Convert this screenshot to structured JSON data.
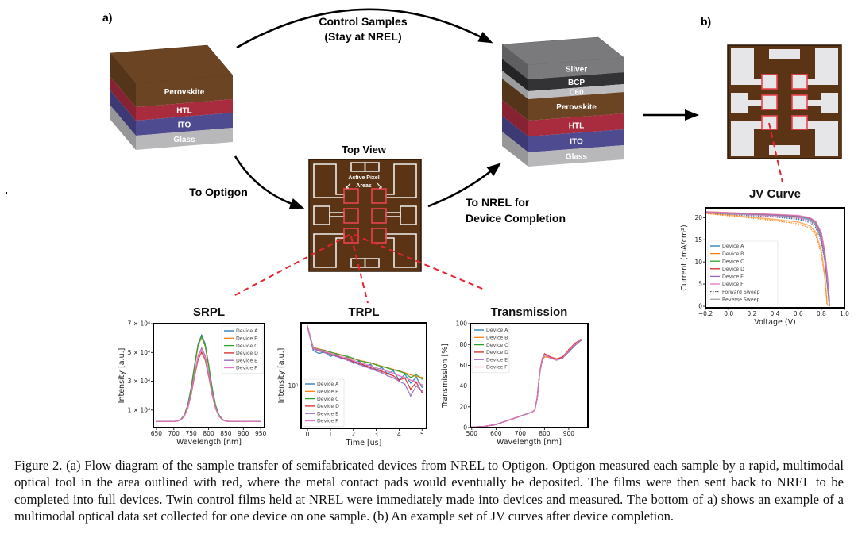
{
  "figure": {
    "panel_a_label": "a)",
    "panel_b_label": "b)",
    "control_arrow_label": [
      "Control Samples",
      "(Stay at NREL)"
    ],
    "optigon_arrow_label": "To Optigon",
    "nrel_arrow_label": [
      "To NREL for",
      "Device Completion"
    ],
    "initial_stack": {
      "layers": [
        {
          "name": "Perovskite",
          "color": "#6b4423",
          "side": "#553519"
        },
        {
          "name": "HTL",
          "color": "#a82c3e",
          "side": "#872232"
        },
        {
          "name": "ITO",
          "color": "#4f4b91",
          "side": "#3c3974"
        },
        {
          "name": "Glass",
          "color": "#b8b8ba",
          "side": "#97979a"
        }
      ]
    },
    "completed_stack": {
      "layers": [
        {
          "name": "Silver",
          "color": "#7a7a7d",
          "side": "#5f5f62"
        },
        {
          "name": "BCP",
          "color": "#333335",
          "side": "#242426"
        },
        {
          "name": "C60",
          "color": "#bdbdbf",
          "side": "#9c9c9e"
        },
        {
          "name": "Perovskite",
          "color": "#6b4423",
          "side": "#553519"
        },
        {
          "name": "HTL",
          "color": "#a82c3e",
          "side": "#872232"
        },
        {
          "name": "ITO",
          "color": "#4f4b91",
          "side": "#3c3974"
        },
        {
          "name": "Glass",
          "color": "#b8b8ba",
          "side": "#97979a"
        }
      ]
    },
    "top_view": {
      "title": "Top View",
      "annotation": [
        "Active Pixel",
        "Areas"
      ]
    },
    "colors": {
      "substrate": "#5a3414",
      "pad_outline": "#eeeeee",
      "pad_fill": "#e6e6e8",
      "pixel_outline": "#e8434f",
      "dashed_line": "#e8232f"
    }
  },
  "chart_data": [
    {
      "type": "line",
      "title": "SRPL",
      "xlabel": "Wavelength [nm]",
      "ylabel": "Intensity [a.u.]",
      "xlim": [
        641,
        961
      ],
      "ylim": [
        -2200,
        70000
      ],
      "xticks": [
        650,
        700,
        750,
        800,
        850,
        900,
        950
      ],
      "xtick_labels": [
        "650",
        "700",
        "750",
        "800",
        "850",
        "900",
        "950"
      ],
      "yticks": [
        10000,
        30000,
        50000,
        70000
      ],
      "ytick_labels": [
        "1 × 10⁴",
        "3 × 10⁴",
        "5 × 10⁴",
        "7 × 10⁴"
      ],
      "legend": "top-right",
      "x": [
        650,
        700,
        710,
        720,
        730,
        740,
        750,
        760,
        770,
        780,
        790,
        800,
        810,
        820,
        830,
        840,
        850,
        860,
        900,
        950
      ],
      "series": [
        {
          "name": "Device A",
          "color": "#1f77b4",
          "y": [
            2000,
            2080,
            2380,
            3460,
            6530,
            13460,
            25700,
            41720,
            56120,
            62000,
            56120,
            41720,
            25700,
            13460,
            6530,
            3460,
            2380,
            2080,
            2000,
            2000
          ]
        },
        {
          "name": "Device B",
          "color": "#ff7f0e",
          "y": [
            2000,
            2080,
            2370,
            3420,
            6420,
            13170,
            25110,
            40730,
            54770,
            60500,
            54770,
            40730,
            25110,
            13170,
            6420,
            3420,
            2370,
            2080,
            2000,
            2000
          ]
        },
        {
          "name": "Device C",
          "color": "#2ca02c",
          "y": [
            2000,
            2080,
            2370,
            3430,
            6450,
            13270,
            25310,
            41060,
            55220,
            61000,
            55220,
            41060,
            25310,
            13270,
            6450,
            3430,
            2370,
            2080,
            2000,
            2000
          ]
        },
        {
          "name": "Device D",
          "color": "#d62728",
          "y": [
            2000,
            2060,
            2300,
            3170,
            5620,
            11170,
            20960,
            33780,
            45300,
            50000,
            45300,
            33780,
            20960,
            11170,
            5620,
            3170,
            2300,
            2060,
            2000,
            2000
          ]
        },
        {
          "name": "Device E",
          "color": "#9467bd",
          "y": [
            2000,
            2070,
            2320,
            3240,
            5850,
            11740,
            22150,
            35760,
            48000,
            53000,
            48000,
            35760,
            22150,
            11740,
            5850,
            3240,
            2320,
            2070,
            2000,
            2000
          ]
        },
        {
          "name": "Device F",
          "color": "#e377c2",
          "y": [
            2000,
            2070,
            2320,
            3220,
            5780,
            11550,
            21750,
            35100,
            47100,
            52000,
            47100,
            35100,
            21750,
            11550,
            5780,
            3220,
            2320,
            2070,
            2000,
            2000
          ]
        }
      ]
    },
    {
      "type": "line",
      "title": "TRPL",
      "xlabel": "Time [us]",
      "ylabel": "Intensity [a.u.]",
      "xlim": [
        -0.28,
        5.2
      ],
      "ylim": [
        0.5,
        2.8
      ],
      "yscale": "log",
      "xticks": [
        0,
        1,
        2,
        3,
        4,
        5
      ],
      "xtick_labels": [
        "0",
        "1",
        "2",
        "3",
        "4",
        "5"
      ],
      "yticks": [
        1
      ],
      "ytick_labels": [
        "10⁰"
      ],
      "legend": "bottom-left",
      "x": [
        0,
        0.25,
        0.5,
        0.75,
        1,
        1.25,
        1.5,
        1.75,
        2,
        2.25,
        2.5,
        2.75,
        3,
        3.25,
        3.5,
        3.75,
        4,
        4.25,
        4.5,
        4.75,
        5
      ],
      "series": [
        {
          "name": "Device A",
          "color": "#1f77b4",
          "y": [
            2.62,
            1.78,
            1.7,
            1.74,
            1.62,
            1.68,
            1.55,
            1.6,
            1.45,
            1.5,
            1.38,
            1.42,
            1.3,
            1.35,
            1.22,
            1.28,
            1.1,
            1.21,
            1.05,
            1.15,
            0.98
          ]
        },
        {
          "name": "Device B",
          "color": "#ff7f0e",
          "y": [
            2.6,
            1.88,
            1.83,
            1.79,
            1.73,
            1.7,
            1.66,
            1.61,
            1.56,
            1.52,
            1.49,
            1.45,
            1.42,
            1.38,
            1.35,
            1.31,
            1.28,
            1.24,
            1.2,
            1.17,
            1.15
          ]
        },
        {
          "name": "Device C",
          "color": "#2ca02c",
          "y": [
            2.66,
            1.86,
            1.82,
            1.78,
            1.74,
            1.69,
            1.65,
            1.62,
            1.57,
            1.51,
            1.48,
            1.46,
            1.41,
            1.37,
            1.34,
            1.3,
            1.27,
            1.23,
            1.15,
            1.2,
            1.12
          ]
        },
        {
          "name": "Device D",
          "color": "#d62728",
          "y": [
            2.64,
            1.84,
            1.79,
            1.74,
            1.69,
            1.63,
            1.58,
            1.55,
            1.49,
            1.44,
            1.4,
            1.35,
            1.3,
            1.27,
            1.22,
            1.18,
            1.1,
            1.14,
            0.95,
            1.06,
            0.9
          ]
        },
        {
          "name": "Device E",
          "color": "#9467bd",
          "y": [
            2.63,
            1.83,
            1.77,
            1.72,
            1.67,
            1.62,
            1.57,
            1.52,
            1.47,
            1.42,
            1.37,
            1.33,
            1.28,
            1.24,
            1.18,
            1.14,
            1.08,
            1.03,
            0.85,
            1.0,
            0.92
          ]
        },
        {
          "name": "Device F",
          "color": "#e377c2",
          "y": [
            2.65,
            1.85,
            1.81,
            1.75,
            1.7,
            1.66,
            1.61,
            1.57,
            1.52,
            1.47,
            1.43,
            1.39,
            1.34,
            1.31,
            1.27,
            1.23,
            1.18,
            1.15,
            1.1,
            1.07,
            1.02
          ]
        }
      ]
    },
    {
      "type": "line",
      "title": "Transmission",
      "xlabel": "Wavelength [nm]",
      "ylabel": "Transmission [%]",
      "xlim": [
        494,
        979
      ],
      "ylim": [
        0,
        100
      ],
      "xticks": [
        500,
        600,
        700,
        800,
        900
      ],
      "xtick_labels": [
        "500",
        "600",
        "700",
        "800",
        "900"
      ],
      "yticks": [
        0,
        20,
        40,
        60,
        80,
        100
      ],
      "ytick_labels": [
        "0",
        "20",
        "40",
        "60",
        "80",
        "100"
      ],
      "legend": "top-left",
      "x": [
        500,
        550,
        600,
        650,
        700,
        750,
        760,
        770,
        780,
        790,
        800,
        810,
        825,
        850,
        875,
        900,
        925,
        950
      ],
      "series": [
        {
          "name": "Device A",
          "color": "#1f77b4",
          "y": [
            0.5,
            1,
            3,
            7,
            11,
            15,
            17,
            28,
            52,
            65,
            70,
            69,
            67,
            65,
            67,
            73,
            79,
            84
          ]
        },
        {
          "name": "Device B",
          "color": "#ff7f0e",
          "y": [
            0.5,
            1,
            3,
            7,
            11,
            15,
            17,
            28,
            52,
            64,
            68,
            68,
            67,
            66,
            68,
            74,
            80,
            84
          ]
        },
        {
          "name": "Device C",
          "color": "#2ca02c",
          "y": [
            0.5,
            1,
            3,
            7,
            11,
            15,
            17,
            28,
            53,
            65,
            70,
            69,
            67,
            65,
            67,
            73,
            79,
            84
          ]
        },
        {
          "name": "Device D",
          "color": "#d62728",
          "y": [
            0.5,
            1,
            3,
            7,
            11,
            15,
            17,
            29,
            53,
            66,
            71,
            70,
            68,
            66,
            68,
            75,
            81,
            85
          ]
        },
        {
          "name": "Device E",
          "color": "#9467bd",
          "y": [
            0.5,
            1,
            3,
            7,
            11,
            15,
            17,
            28,
            52,
            65,
            70,
            69,
            67,
            65,
            67,
            73,
            79,
            84
          ]
        },
        {
          "name": "Device F",
          "color": "#e377c2",
          "y": [
            0.5,
            1,
            3,
            7,
            11,
            15,
            17,
            28,
            52,
            65,
            70,
            69,
            67,
            65,
            67,
            74,
            80,
            85
          ]
        }
      ]
    },
    {
      "type": "line",
      "title": "JV Curve",
      "xlabel": "Voltage (V)",
      "ylabel": "Current (mA/cm²)",
      "xlim": [
        -0.2,
        1.0
      ],
      "ylim": [
        -0.35,
        22.2
      ],
      "xticks": [
        -0.2,
        0,
        0.2,
        0.4,
        0.6,
        0.8,
        1.0
      ],
      "xtick_labels": [
        "−0.2",
        "0.0",
        "0.2",
        "0.4",
        "0.6",
        "0.8",
        "1.0"
      ],
      "yticks": [
        0,
        5,
        10,
        15,
        20
      ],
      "ytick_labels": [
        "0",
        "5",
        "10",
        "15",
        "20"
      ],
      "legend": "bottom-left",
      "sweep_legend": [
        {
          "name": "Forward Sweep",
          "style": "dotted",
          "color": "#333333"
        },
        {
          "name": "Reverse Sweep",
          "style": "solid",
          "color": "#888888"
        }
      ],
      "x": [
        -0.2,
        0,
        0.2,
        0.4,
        0.6,
        0.7,
        0.75,
        0.8,
        0.83,
        0.85,
        0.87
      ],
      "series": [
        {
          "name": "Device A",
          "color": "#1f77b4",
          "reverse": [
            21.1,
            20.9,
            20.7,
            20.5,
            20.1,
            19.5,
            18.5,
            15.5,
            11,
            6,
            0
          ],
          "forward": [
            21.0,
            20.7,
            20.4,
            20.1,
            19.6,
            18.9,
            17.8,
            14.5,
            10,
            5,
            0
          ]
        },
        {
          "name": "Device B",
          "color": "#ff7f0e",
          "reverse": [
            21.0,
            20.6,
            20.1,
            19.6,
            19.0,
            18.2,
            16.8,
            12.5,
            7,
            0.5,
            0
          ],
          "forward": [
            20.9,
            20.4,
            19.9,
            19.3,
            18.6,
            17.7,
            16.2,
            11.8,
            6.5,
            0.3,
            0
          ]
        },
        {
          "name": "Device C",
          "color": "#2ca02c",
          "reverse": [
            21.2,
            21.0,
            20.8,
            20.6,
            20.3,
            19.8,
            18.9,
            16.0,
            11.5,
            6.5,
            0.5
          ],
          "forward": [
            21.1,
            20.8,
            20.5,
            20.2,
            19.8,
            19.2,
            18.2,
            15.0,
            10.5,
            5.5,
            0
          ]
        },
        {
          "name": "Device D",
          "color": "#d62728",
          "reverse": [
            21.3,
            21.1,
            20.9,
            20.7,
            20.4,
            19.9,
            19.1,
            16.4,
            12,
            7,
            1
          ],
          "forward": [
            21.2,
            20.9,
            20.6,
            20.3,
            19.9,
            19.3,
            18.4,
            15.4,
            11,
            6,
            0.3
          ]
        },
        {
          "name": "Device E",
          "color": "#9467bd",
          "reverse": [
            21.2,
            21.0,
            20.8,
            20.6,
            20.3,
            19.8,
            19.0,
            16.2,
            11.8,
            7,
            1
          ],
          "forward": [
            21.1,
            20.8,
            20.5,
            20.2,
            19.8,
            19.2,
            18.3,
            15.2,
            10.8,
            6,
            0.3
          ]
        },
        {
          "name": "Device F",
          "color": "#e377c2",
          "reverse": [
            21.3,
            21.1,
            20.9,
            20.7,
            20.5,
            20.0,
            19.2,
            16.6,
            12.3,
            7.5,
            1.5
          ],
          "forward": [
            21.2,
            20.9,
            20.6,
            20.4,
            20.0,
            19.4,
            18.5,
            15.6,
            11.2,
            6.5,
            0.5
          ]
        }
      ]
    }
  ],
  "caption": "Figure 2. (a) Flow diagram of the sample transfer of semifabricated devices from NREL to Optigon. Optigon measured each sample by a rapid, multimodal optical tool in the area outlined with red, where the metal contact pads would eventually be deposited. The films were then sent back to NREL to be completed into full devices. Twin control films held at NREL were immediately made into devices and measured. The bottom of a) shows an example of a multimodal optical data set collected for one device on one sample. (b) An example set of JV curves after device completion."
}
